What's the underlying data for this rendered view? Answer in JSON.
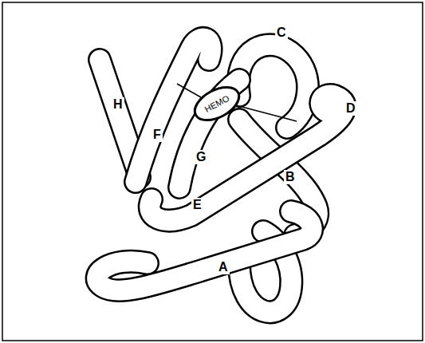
{
  "diagram": {
    "nodes": [
      {
        "text": [
          "HEMO"
        ]
      }
    ],
    "labels": [
      "C",
      "H",
      "F",
      "D",
      "G",
      "B",
      "E",
      "A"
    ]
  }
}
